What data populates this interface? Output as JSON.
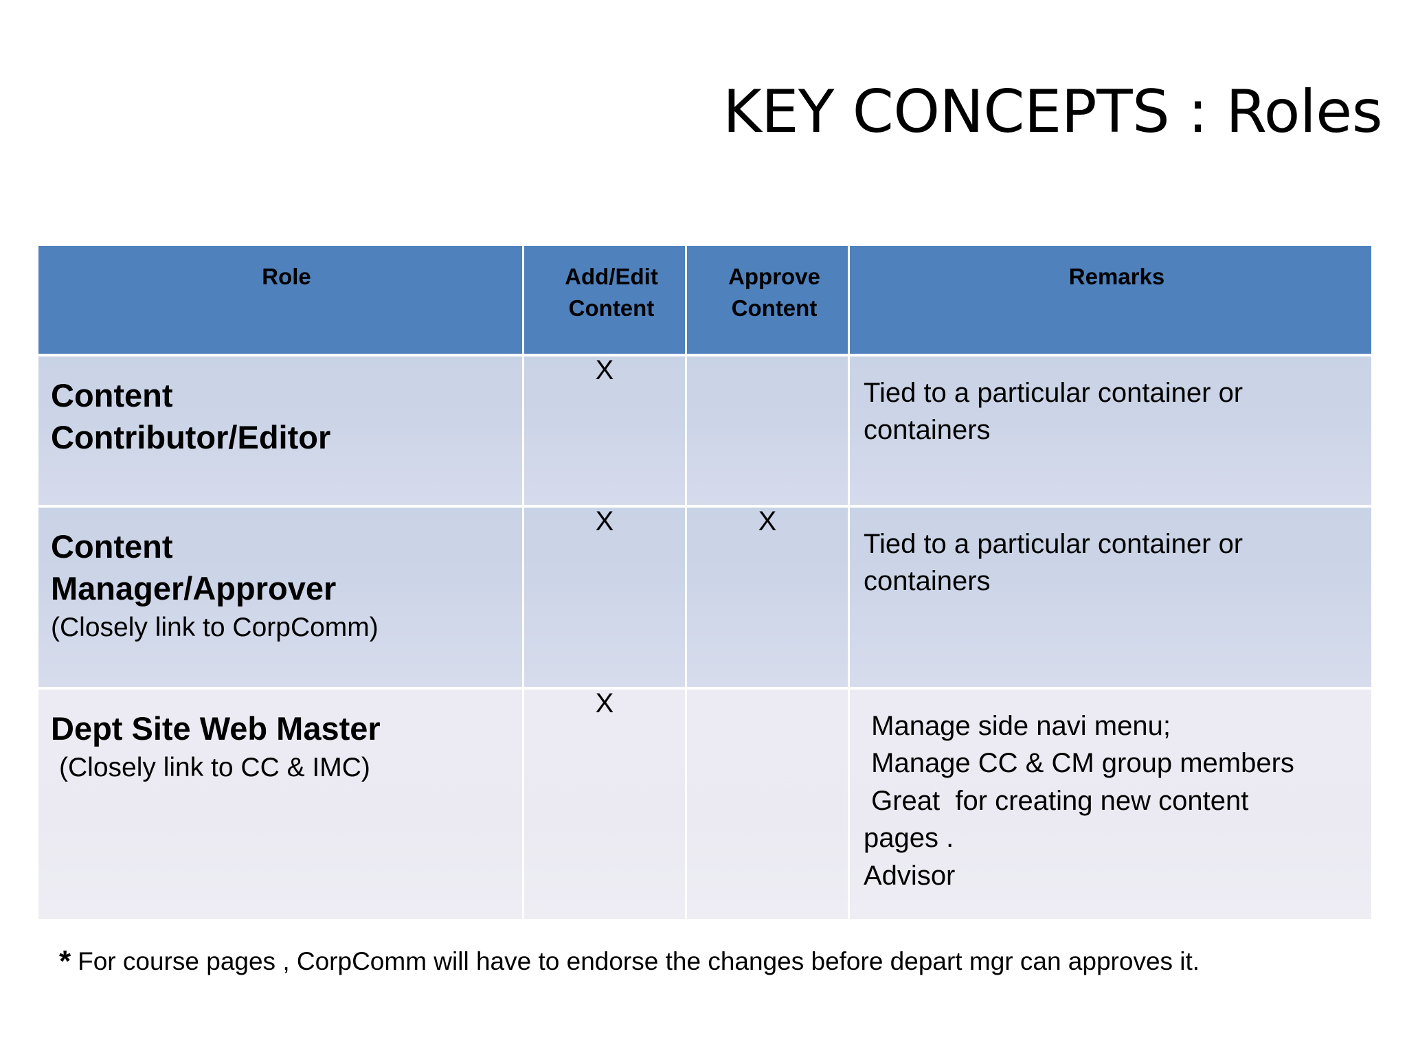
{
  "slide": {
    "title": "KEY CONCEPTS : Roles",
    "footnote_marker": "*",
    "footnote": "For course pages , CorpComm  will have to endorse the changes before depart mgr can approves it."
  },
  "colors": {
    "header_blue": "#4f81bd",
    "row_light_blue": "#ccd5e7",
    "row_lavender": "#ebeaf2",
    "text": "#000000",
    "background": "#ffffff"
  },
  "table": {
    "headers": [
      "Role",
      "Add/Edit Content",
      "Approve Content",
      "Remarks"
    ],
    "headers_split": {
      "add_edit_line1": "Add/Edit",
      "add_edit_line2": "Content",
      "approve_line1": "Approve",
      "approve_line2": "Content"
    },
    "rows": [
      {
        "role_line1": "Content",
        "role_line2": "Contributor/Editor",
        "role_note": "",
        "add_edit": "X",
        "approve": "",
        "remarks_lines": [
          "Tied to a particular container or",
          "containers"
        ]
      },
      {
        "role_line1": "Content",
        "role_line2": "Manager/Approver",
        "role_note": "(Closely link to CorpComm)",
        "add_edit": "X",
        "approve": "X",
        "remarks_lines": [
          "Tied to a particular container or",
          "containers"
        ]
      },
      {
        "role_line1": "Dept Site Web Master",
        "role_line2": "",
        "role_note": "(Closely link to CC & IMC)",
        "add_edit": "X",
        "approve": "",
        "remarks_lines": [
          " Manage side navi menu;",
          " Manage CC & CM group members",
          " Great  for creating new content",
          "pages .",
          "Advisor"
        ]
      }
    ]
  }
}
